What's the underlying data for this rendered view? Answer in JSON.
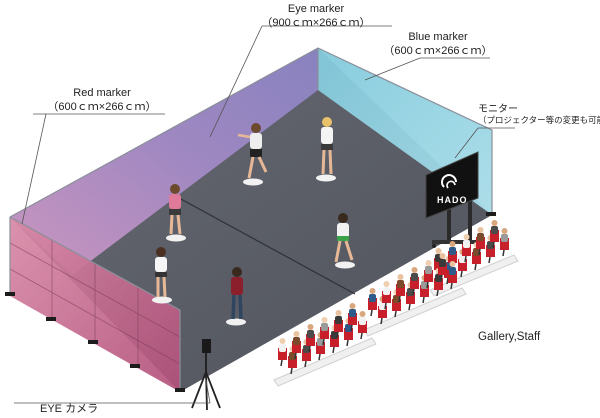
{
  "labels": {
    "eye_marker": {
      "title": "Eye marker",
      "size": "（900ｃｍ×266ｃｍ）"
    },
    "blue_marker": {
      "title": "Blue marker",
      "size": "（600ｃｍ×266ｃｍ）"
    },
    "red_marker": {
      "title": "Red marker",
      "size": "（600ｃｍ×266ｃｍ）"
    },
    "monitor": {
      "title": "モニター",
      "note": "（プロジェクター等の変更も可能）"
    },
    "monitor_logo": "HADO",
    "gallery": "Gallery,Staff",
    "eye_camera": "EYE カメラ"
  },
  "colors": {
    "eye_wall": "#a588c8",
    "blue_wall": "#8fd0de",
    "red_wall": "#c46a8c",
    "floor": "#5a5d66",
    "seat": "#c8202a"
  }
}
